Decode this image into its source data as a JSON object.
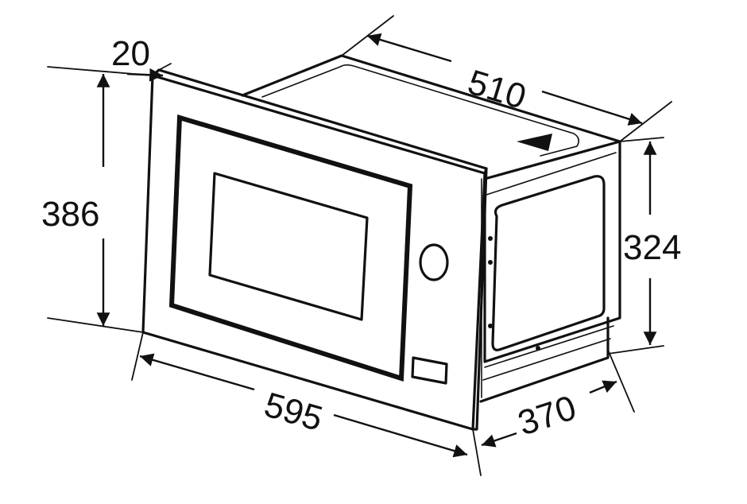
{
  "diagram": {
    "dimensions": {
      "depth_top": "510",
      "frame_thickness": "20",
      "front_height": "386",
      "body_height": "324",
      "front_width": "595",
      "body_depth": "370"
    },
    "colors": {
      "line": "#111111",
      "background": "#ffffff"
    }
  }
}
